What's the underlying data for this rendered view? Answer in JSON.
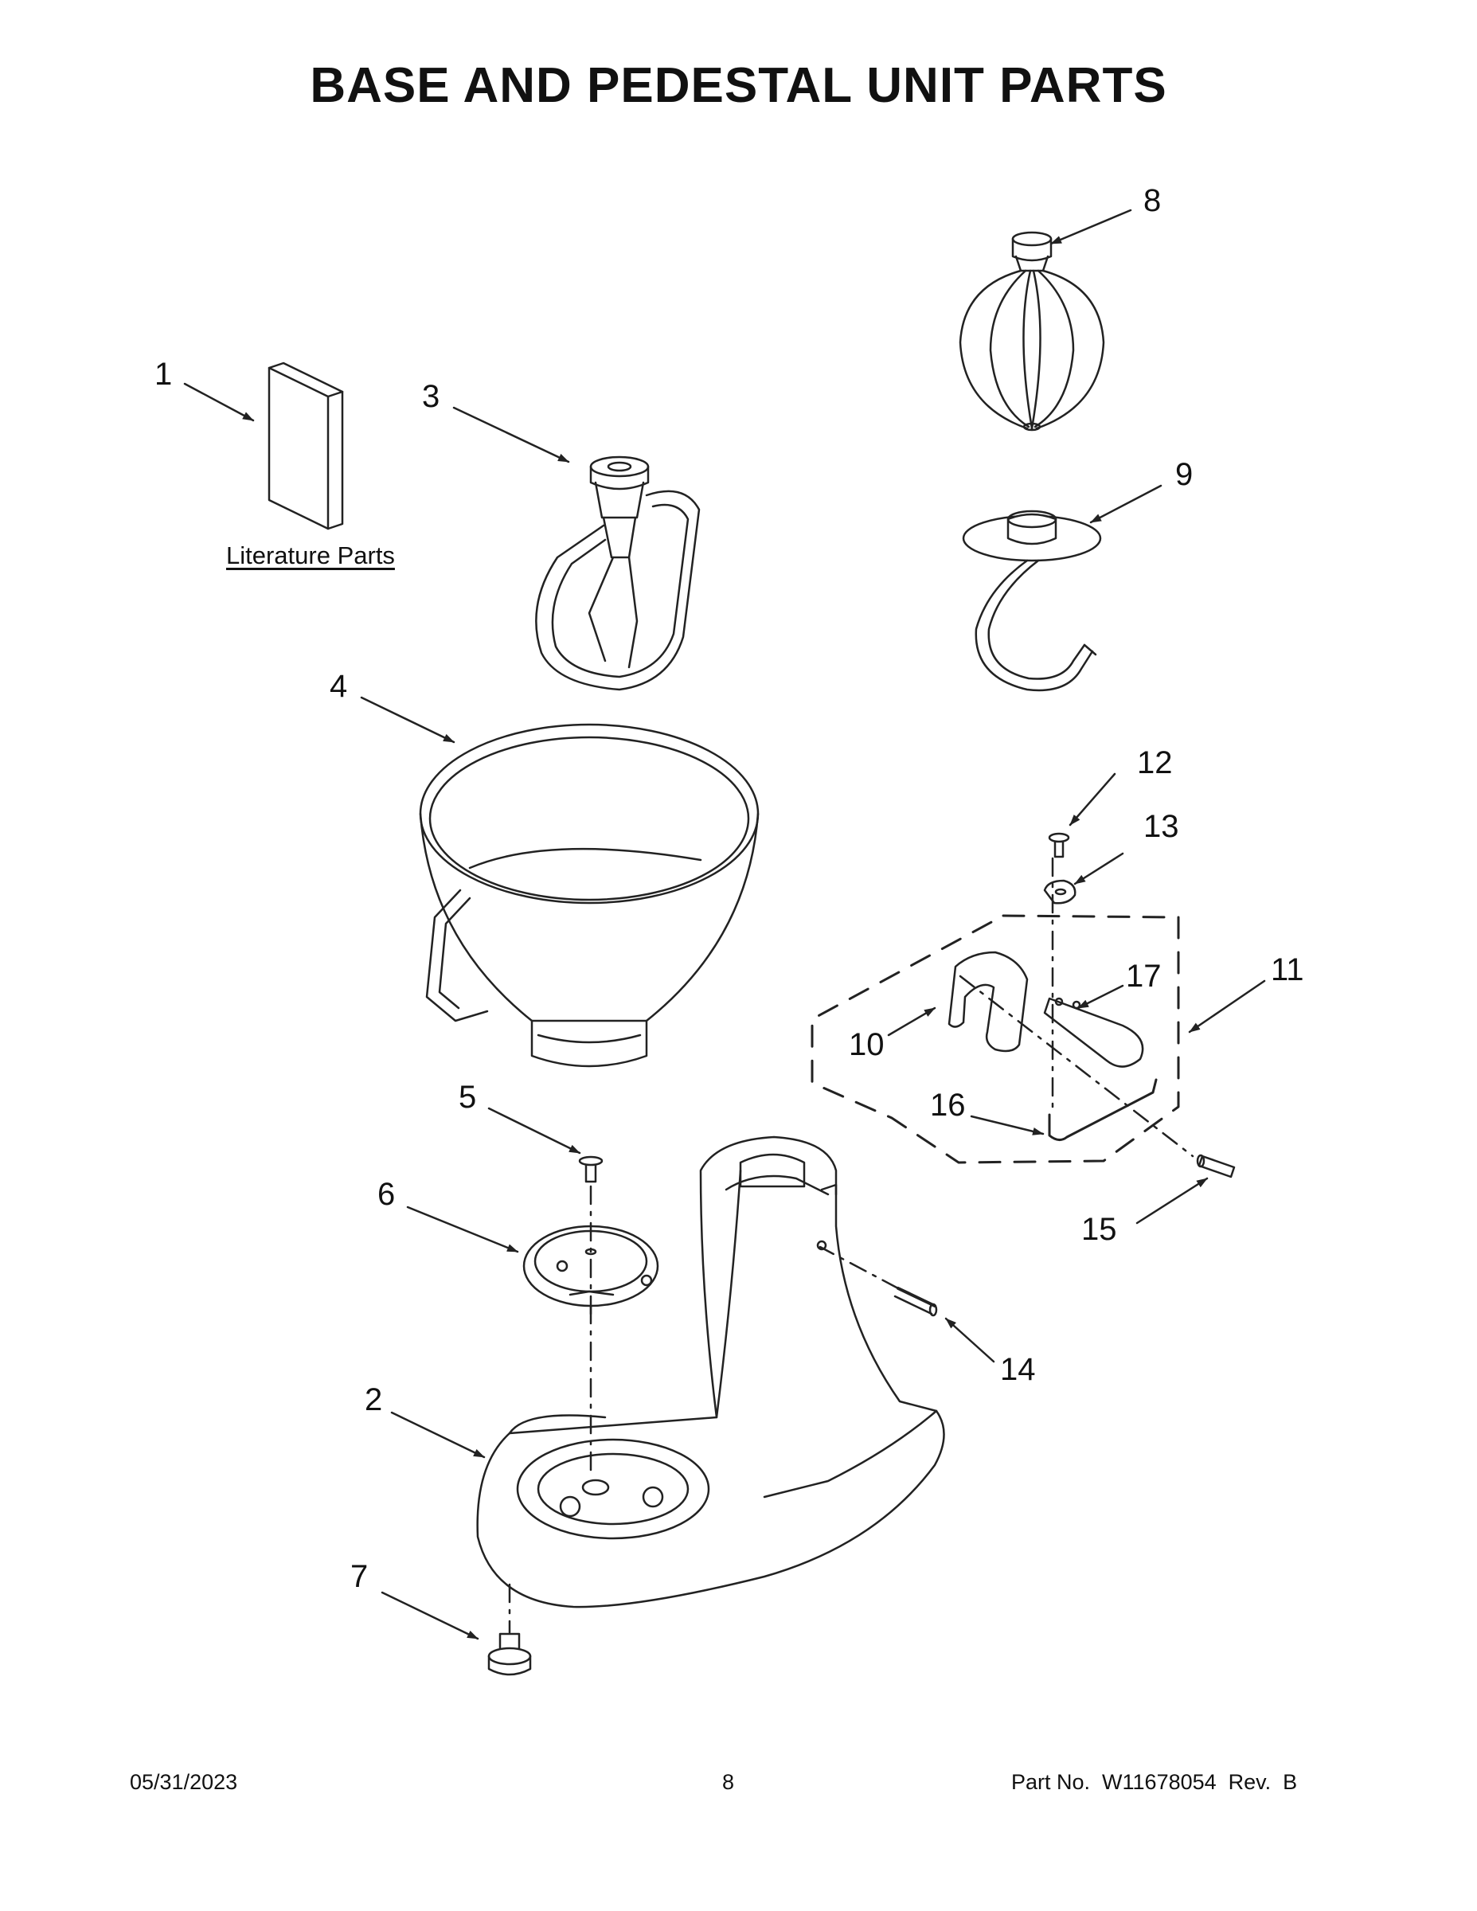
{
  "title": "BASE AND PEDESTAL UNIT PARTS",
  "literature_label": "Literature Parts",
  "callouts": [
    "1",
    "2",
    "3",
    "4",
    "5",
    "6",
    "7",
    "8",
    "9",
    "10",
    "11",
    "12",
    "13",
    "14",
    "15",
    "16",
    "17"
  ],
  "footer": {
    "date": "05/31/2023",
    "page": "8",
    "part_no": "Part No.  W11678054  Rev.  B"
  }
}
